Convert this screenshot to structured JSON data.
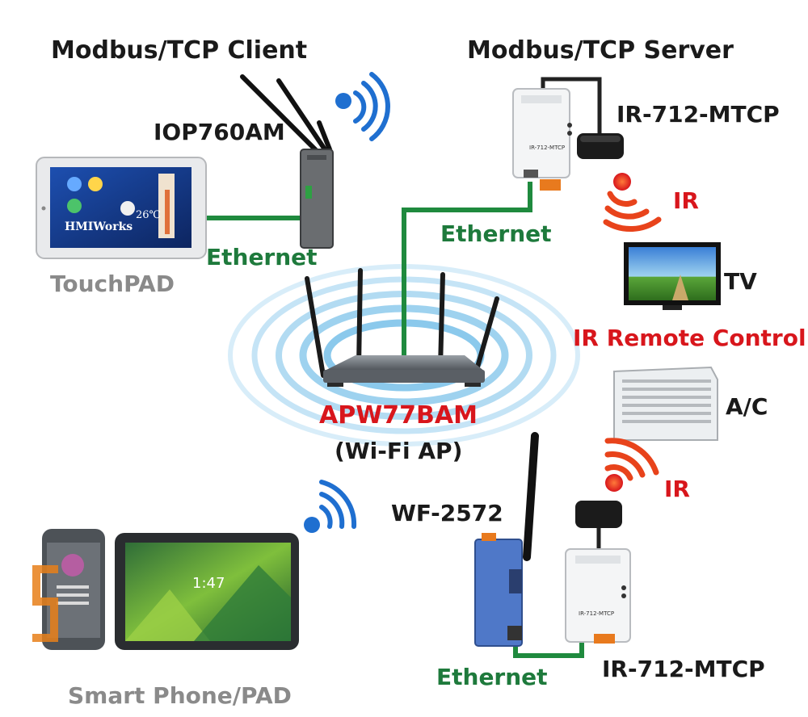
{
  "labels": {
    "modbus_client": "Modbus/TCP Client",
    "modbus_server": "Modbus/TCP Server",
    "iop760am": "IOP760AM",
    "ir712_top": "IR-712-MTCP",
    "ir_top": "IR",
    "ethernet_left": "Ethernet",
    "ethernet_center": "Ethernet",
    "touchpad": "TouchPAD",
    "tv": "TV",
    "ir_remote_control": "IR Remote Control",
    "apw77bam": "APW77BAM",
    "wifi_ap": "(Wi-Fi AP)",
    "ac": "A/C",
    "ir_bottom": "IR",
    "wf2572": "WF-2572",
    "ethernet_bottom": "Ethernet",
    "ir712_bottom": "IR-712-MTCP",
    "smartphone_pad": "Smart Phone/PAD"
  },
  "device_text": {
    "hmiworks": "HMIWorks",
    "temperature": "26℃",
    "tablet_clock": "1:47",
    "ir712_face": "IR-712-MTCP"
  },
  "colors": {
    "ethernet_line": "#1f8a3e",
    "wifi_blue": "#1f6fd0",
    "ir_red": "#e8431b",
    "wave_blue": "#7ec3ea"
  }
}
